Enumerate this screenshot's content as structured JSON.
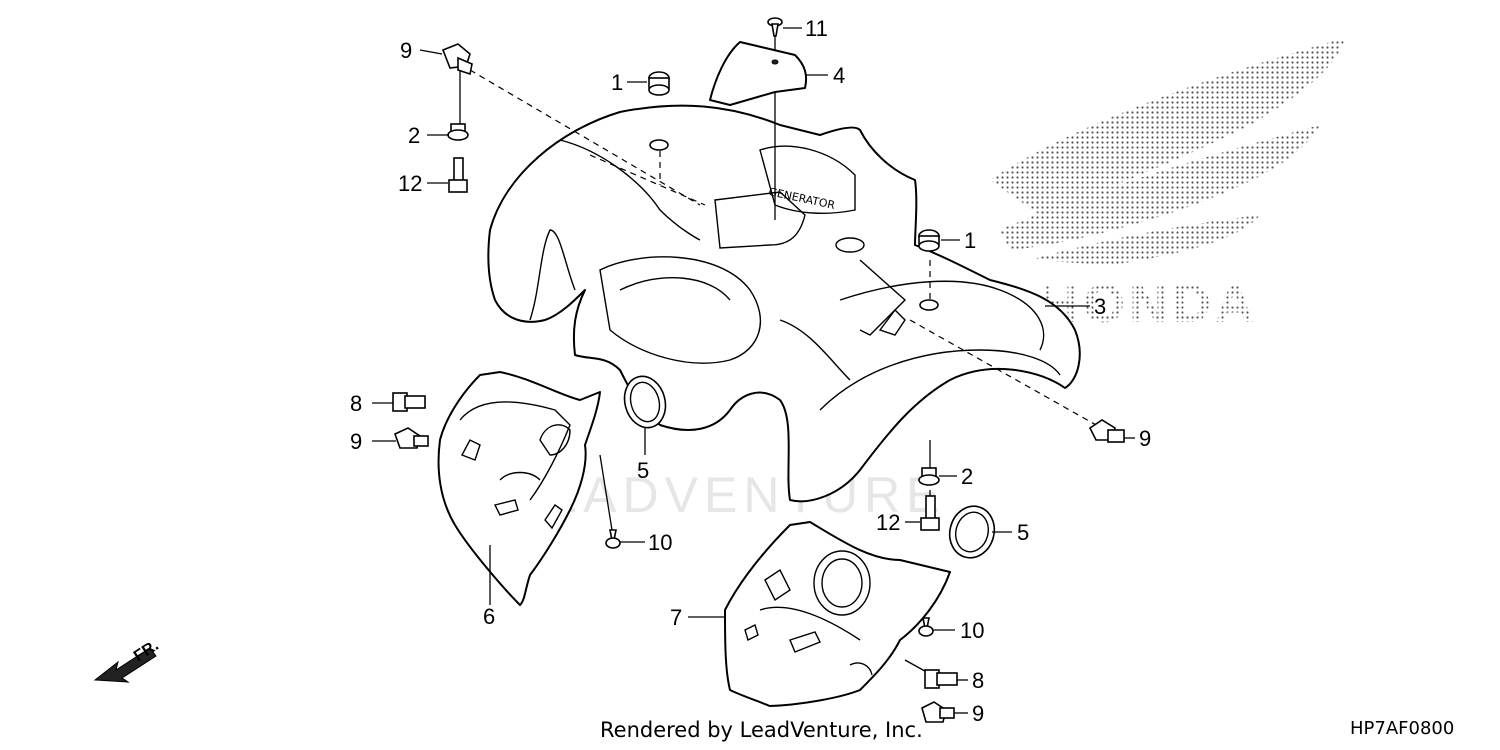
{
  "diagram": {
    "callouts": [
      {
        "id": "c-1a",
        "label": "1"
      },
      {
        "id": "c-1b",
        "label": "1"
      },
      {
        "id": "c-2a",
        "label": "2"
      },
      {
        "id": "c-2b",
        "label": "2"
      },
      {
        "id": "c-3",
        "label": "3"
      },
      {
        "id": "c-4",
        "label": "4"
      },
      {
        "id": "c-5a",
        "label": "5"
      },
      {
        "id": "c-5b",
        "label": "5"
      },
      {
        "id": "c-6",
        "label": "6"
      },
      {
        "id": "c-7",
        "label": "7"
      },
      {
        "id": "c-8a",
        "label": "8"
      },
      {
        "id": "c-8b",
        "label": "8"
      },
      {
        "id": "c-9a",
        "label": "9"
      },
      {
        "id": "c-9b",
        "label": "9"
      },
      {
        "id": "c-9c",
        "label": "9"
      },
      {
        "id": "c-9d",
        "label": "9"
      },
      {
        "id": "c-10a",
        "label": "10"
      },
      {
        "id": "c-10b",
        "label": "10"
      },
      {
        "id": "c-11",
        "label": "11"
      },
      {
        "id": "c-12a",
        "label": "12"
      },
      {
        "id": "c-12b",
        "label": "12"
      }
    ],
    "direction_label": "FR.",
    "fender_emblem": "GENERATOR",
    "watermark": "LEADVENTURE",
    "brand_logo_text": "HONDA"
  },
  "footer": {
    "render_credit": "Rendered by LeadVenture, Inc.",
    "diagram_code": "HP7AF0800"
  }
}
